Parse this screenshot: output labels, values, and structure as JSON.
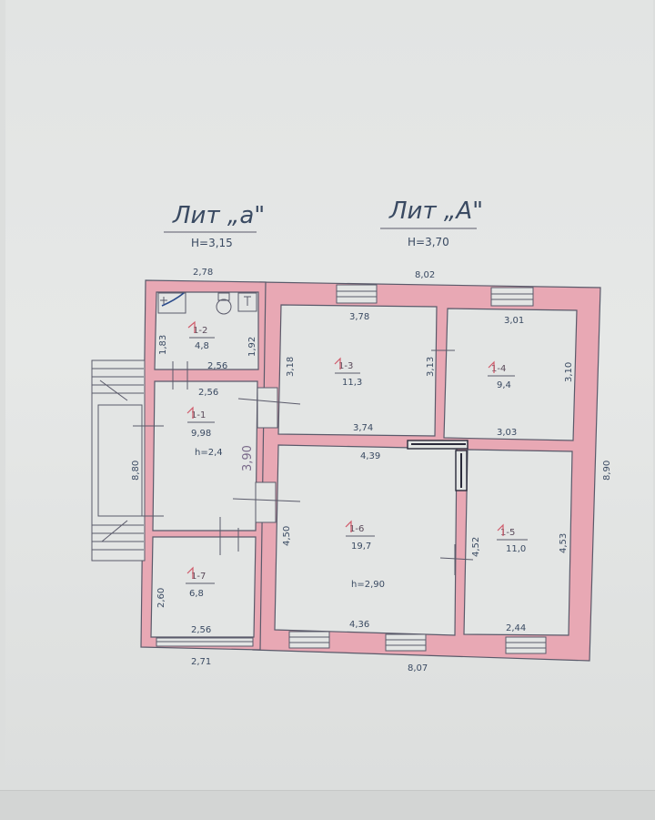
{
  "titles": {
    "lit_small": "Лит „а\"",
    "lit_small_h": "Н=3,15",
    "lit_big": "Лит „А\"",
    "lit_big_h": "Н=3,70"
  },
  "rooms": [
    {
      "id": "1-2",
      "label": "1-2",
      "area": "4,8"
    },
    {
      "id": "1-1",
      "label": "1-1",
      "area": "9,98"
    },
    {
      "id": "1-7",
      "label": "1-7",
      "area": "6,8"
    },
    {
      "id": "1-3",
      "label": "1-3",
      "area": "11,3"
    },
    {
      "id": "1-4",
      "label": "1-4",
      "area": "9,4"
    },
    {
      "id": "1-6",
      "label": "1-6",
      "area": "19,7"
    },
    {
      "id": "1-5",
      "label": "1-5",
      "area": "11,0"
    }
  ],
  "dimensions": {
    "top_left_width": "2,78",
    "top_right_width": "8,02",
    "room2_width": "2,56",
    "room1_width": "2,56",
    "room2_left_height": "1,83",
    "room2_right_height": "1,92",
    "room3_top": "3,78",
    "room3_bottom": "3,74",
    "room3_left": "3,18",
    "room3_right": "3,13",
    "room4_top": "3,01",
    "room4_bottom": "3,03",
    "room4_right": "3,10",
    "room6_top": "4,39",
    "room6_bottom": "4,36",
    "room6_left": "4,50",
    "room6_right": "4,52",
    "room5_right": "4,53",
    "room5_bottom": "2,44",
    "room7_bottom": "2,56",
    "room7_left": "2,60",
    "bottom_left_width": "2,71",
    "bottom_right_width": "8,07",
    "total_height": "8,90",
    "veranda_height": "8,80"
  },
  "heights": {
    "room1_h": "h=2,4",
    "room6_h": "h=2,90"
  },
  "handwritten": {
    "room1_note": "3,90"
  },
  "colors": {
    "wall_fill": "#e8a8b4",
    "ink": "#3a4a62",
    "paper": "#e3e5e4"
  }
}
